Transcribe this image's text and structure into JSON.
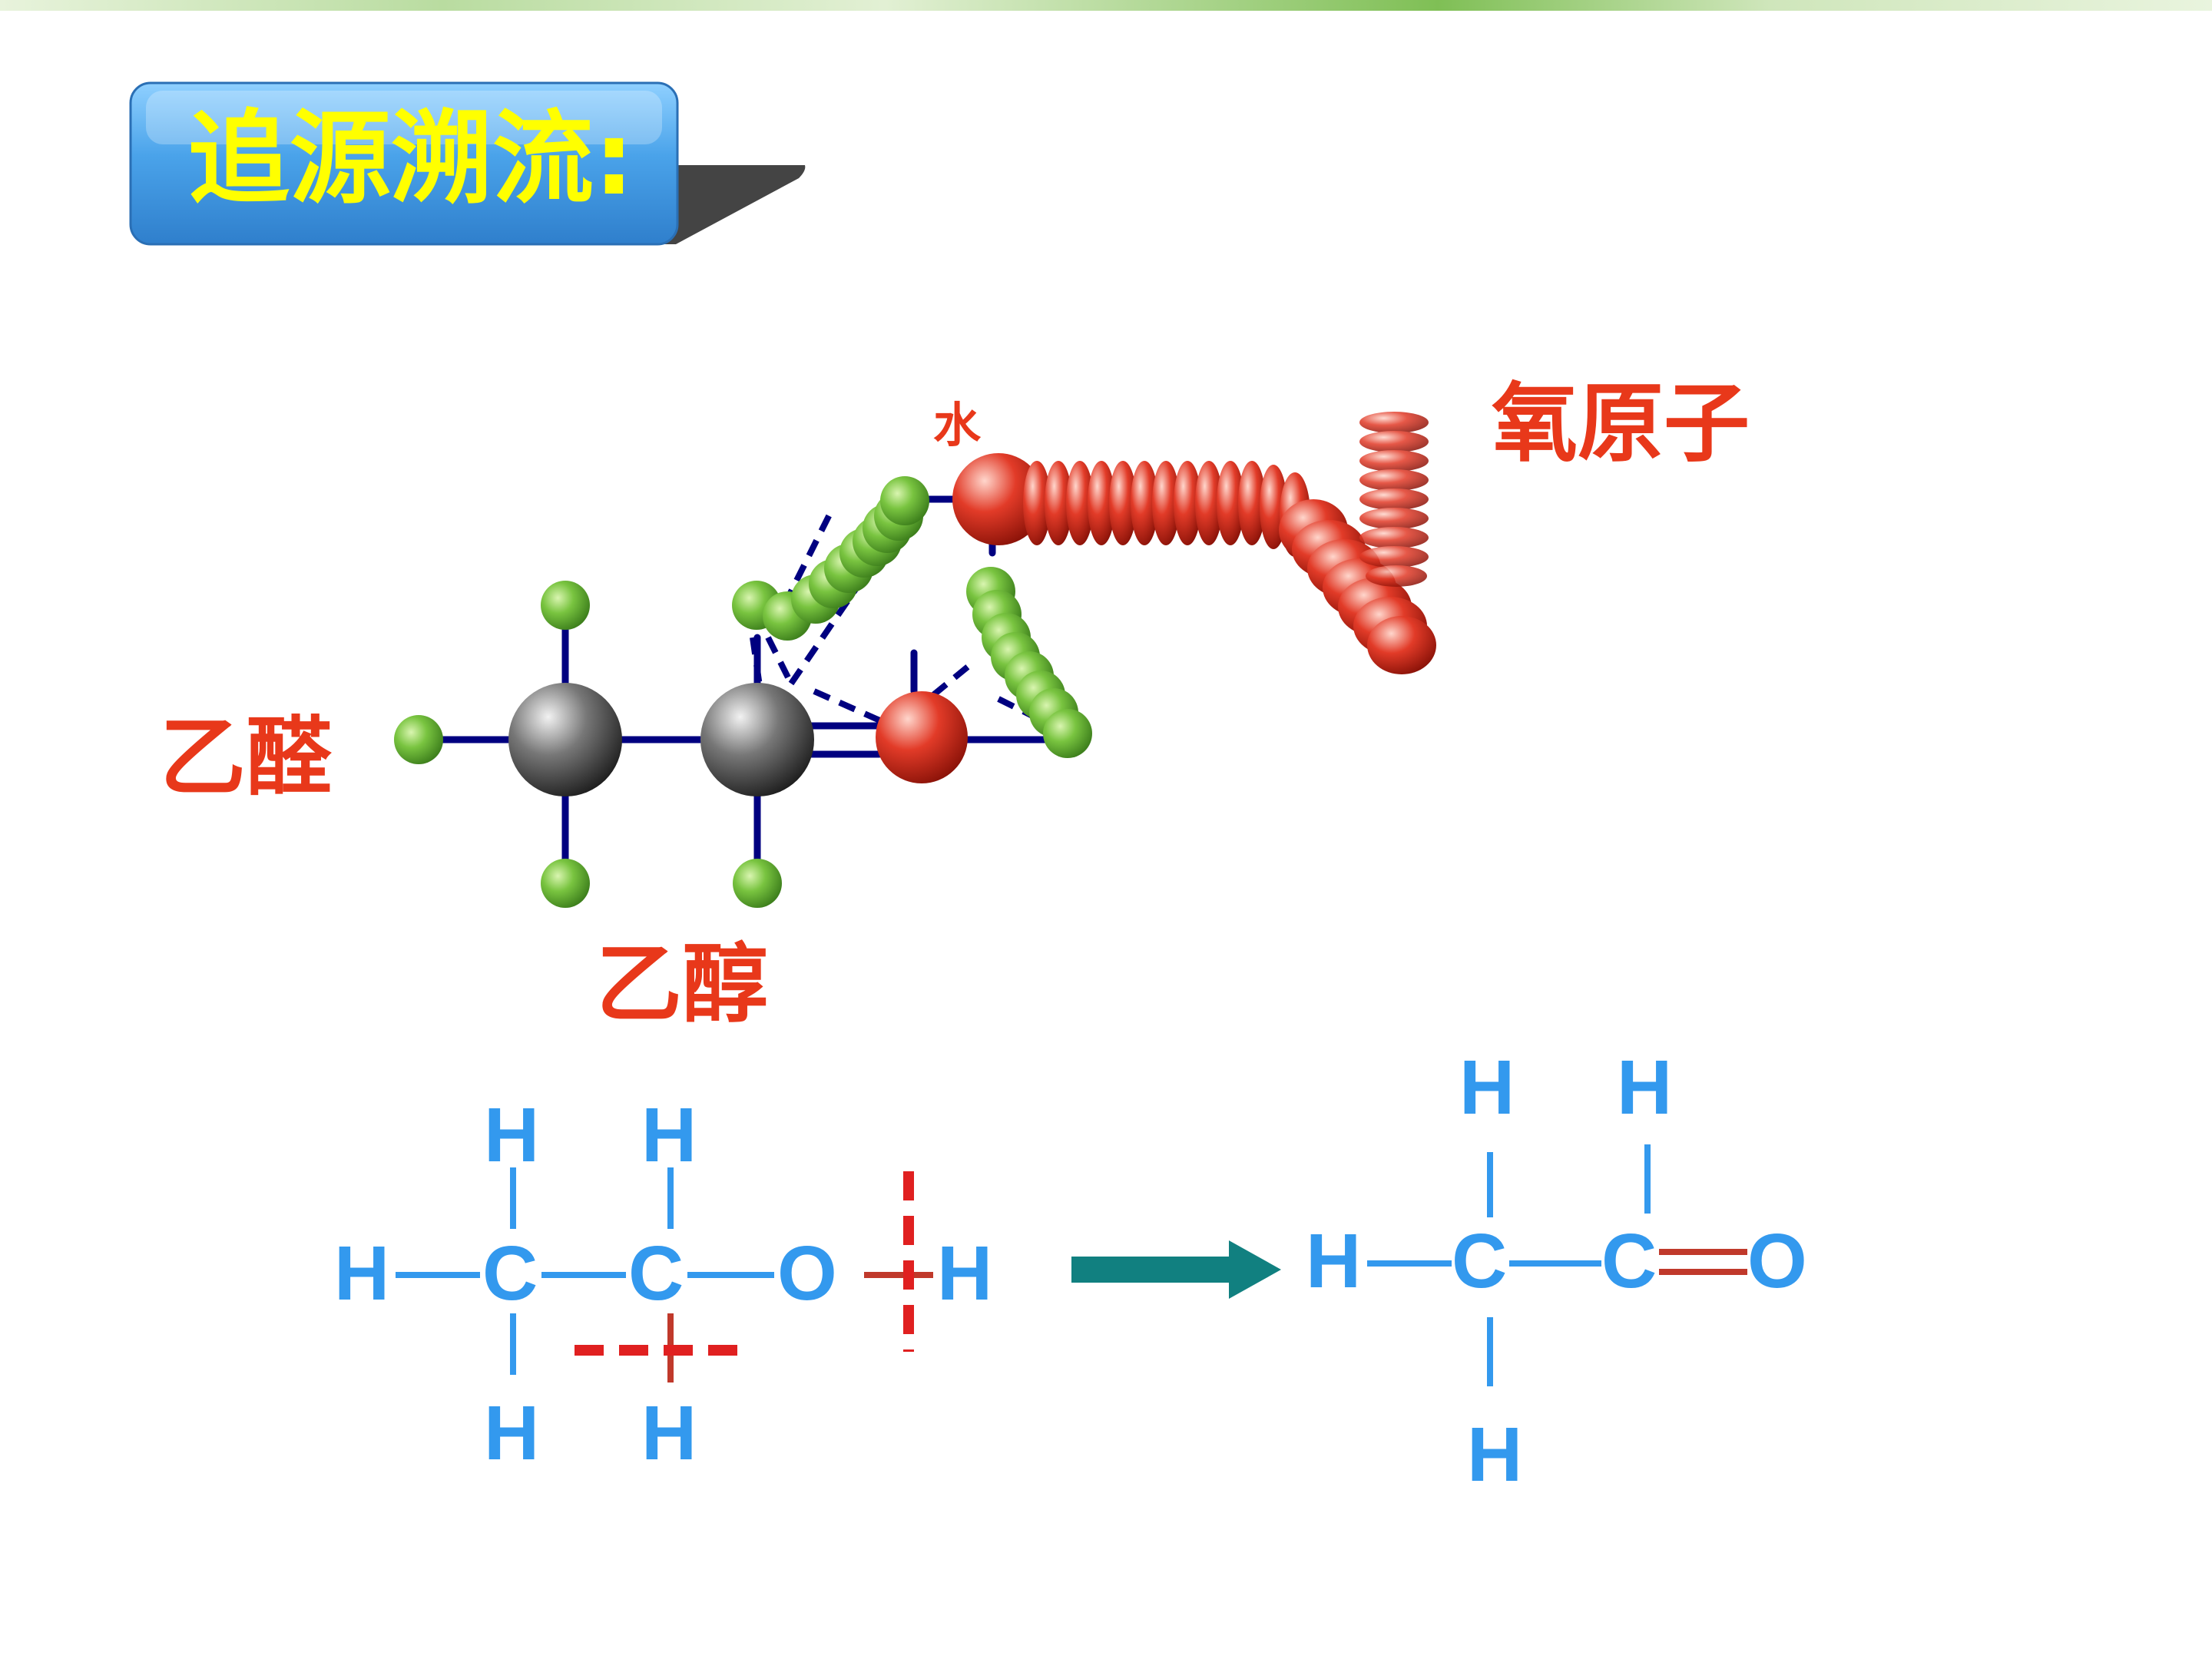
{
  "title": "追源溯流:",
  "labels": {
    "water": "水",
    "oxygen_atom": "氧原子",
    "acetaldehyde": "乙醛",
    "ethanol": "乙醇"
  },
  "ethanol_formula": {
    "atoms": [
      "H",
      "H",
      "H",
      "C",
      "C",
      "O",
      "H",
      "H",
      "H"
    ]
  },
  "acetaldehyde_formula": {
    "atoms": [
      "H",
      "H",
      "H",
      "C",
      "C",
      "O",
      "H"
    ]
  },
  "colors": {
    "title_text": "#ffff00",
    "title_box": "#4a9fe0",
    "label_red": "#e8381a",
    "formula_blue": "#3399ee",
    "bond_navy": "#000080",
    "arrow_teal": "#118080",
    "cut_red": "#e02020",
    "hydrogen_green": "#6cbf3a",
    "carbon_gray": "#555555",
    "oxygen_red": "#e03020"
  }
}
